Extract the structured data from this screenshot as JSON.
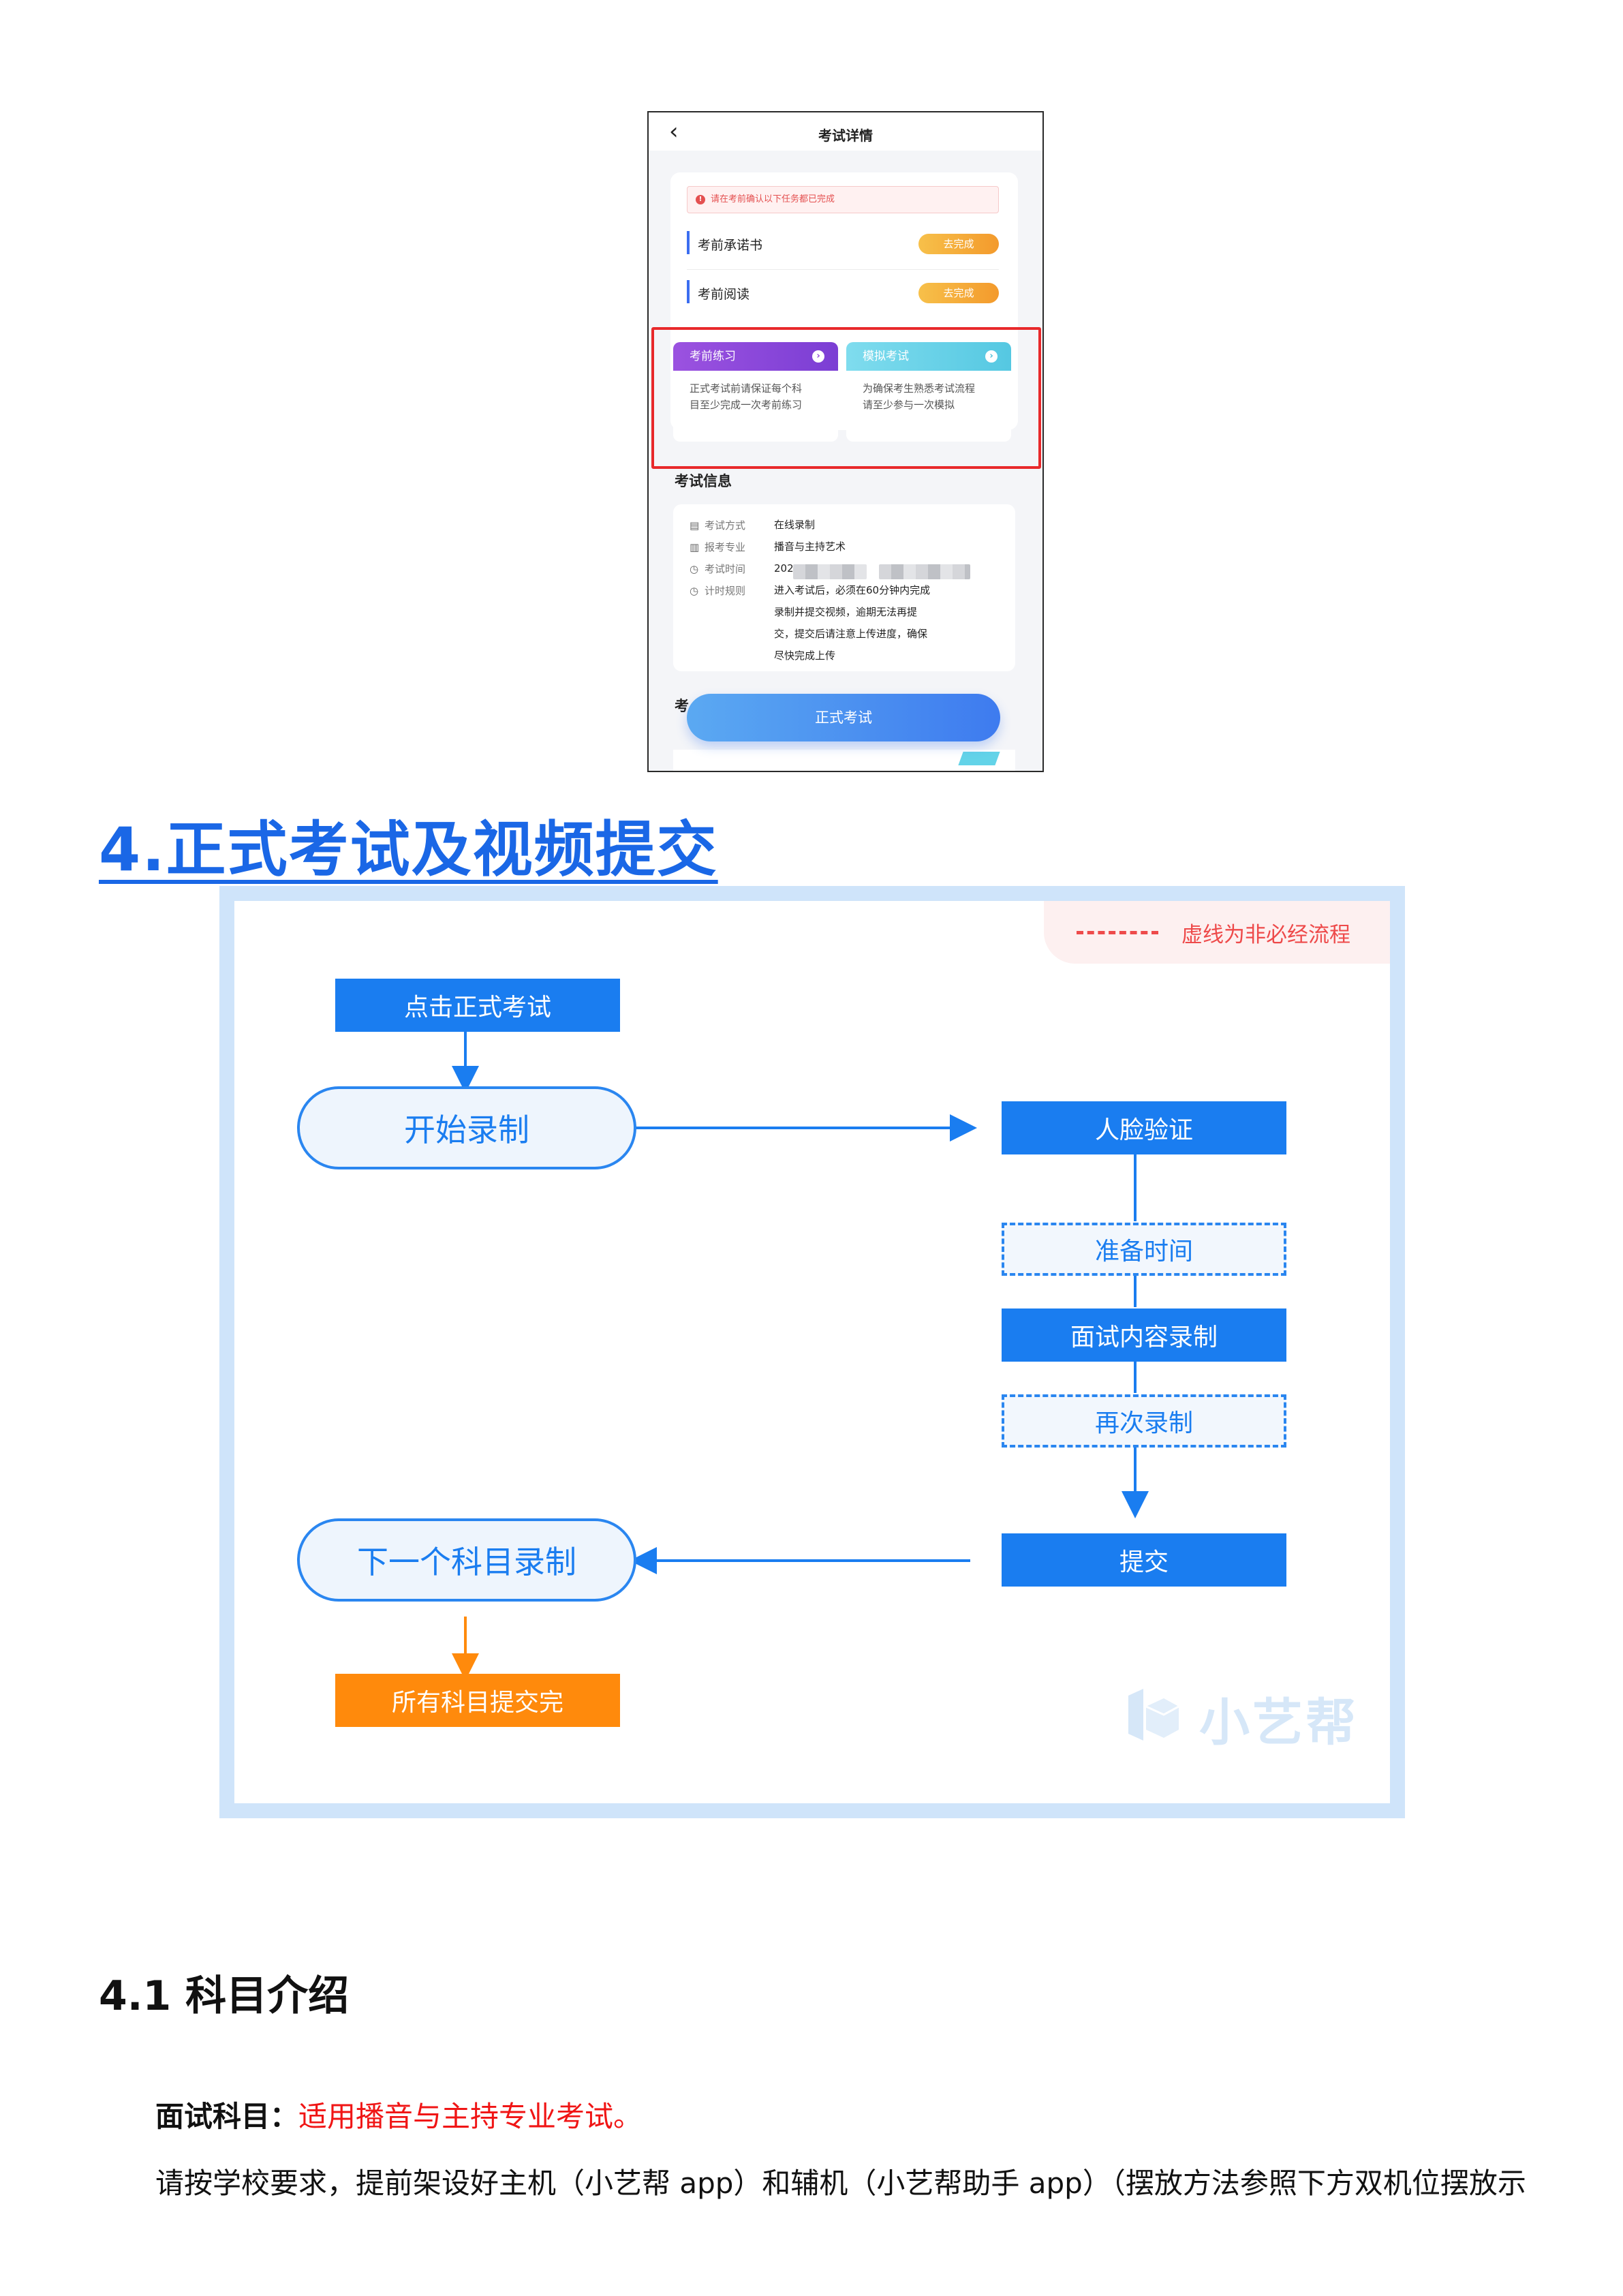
{
  "phone": {
    "back_glyph": "‹",
    "title": "考试详情",
    "notice": "请在考前确认以下任务都已完成",
    "notice_icon": "!",
    "tasks": [
      {
        "label": "考前承诺书",
        "action": "去完成"
      },
      {
        "label": "考前阅读",
        "action": "去完成"
      }
    ],
    "practice": {
      "title": "考前练习",
      "arrow": "›",
      "desc": [
        "正式考试前请保证每个科",
        "目至少完成一次考前练习"
      ]
    },
    "mock": {
      "title": "模拟考试",
      "arrow": "›",
      "desc": [
        "为确保考生熟悉考试流程",
        "请至少参与一次模拟"
      ]
    },
    "info_title": "考试信息",
    "info": {
      "method_label": "考试方式",
      "method_value": "在线录制",
      "major_label": "报考专业",
      "major_value": "播音与主持艺术",
      "time_label": "考试时间",
      "time_value_prefix": "202",
      "rule_label": "计时规则",
      "rule_value": [
        "进入考试后，必须在60分钟内完成",
        "录制并提交视频，逾期无法再提",
        "交，提交后请注意上传进度，确保",
        "尽快完成上传"
      ]
    },
    "cut_label": "考",
    "exam_button": "正式考试",
    "colors": {
      "accent": "#3e7bef",
      "practice": "#8e45d9",
      "mock": "#5fd0e6",
      "red_box": "#e8292b",
      "orange": "#f39a2c"
    }
  },
  "heading": "4.正式考试及视频提交",
  "flow": {
    "legend": "虚线为非必经流程",
    "nodes": {
      "click_exam": "点击正式考试",
      "start_record": "开始录制",
      "face_verify": "人脸验证",
      "prep_time": "准备时间",
      "interview_record": "面试内容录制",
      "re_record": "再次录制",
      "submit": "提交",
      "next_subject": "下一个科目录制",
      "all_done": "所有科目提交完"
    },
    "watermark": "小艺帮",
    "colors": {
      "blue": "#1a7df0",
      "orange": "#ff8a0c",
      "frame": "#cfe4fa",
      "legend": "#ee4a4a"
    }
  },
  "section41": {
    "title": "4.1 科目介绍",
    "label": "面试科目：",
    "highlight": "适用播音与主持专业考试。",
    "paragraph": "请按学校要求，提前架设好主机（小艺帮 app）和辅机（小艺帮助手 app）（摆放方法参照下方双机位摆放示"
  }
}
